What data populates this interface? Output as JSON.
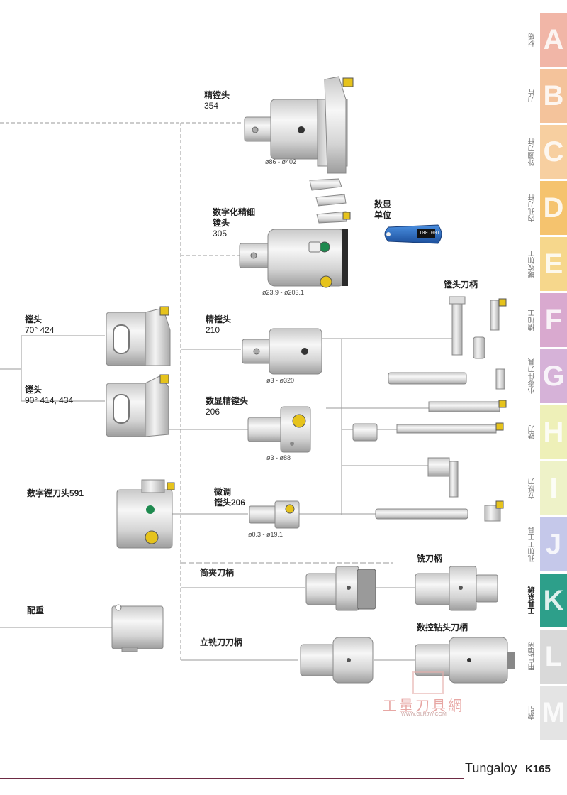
{
  "sidebar": {
    "tabs": [
      {
        "letter": "A",
        "label": "材质",
        "color": "#f1b6a7",
        "active": false
      },
      {
        "letter": "B",
        "label": "刀片",
        "color": "#f4c39b",
        "active": false
      },
      {
        "letter": "C",
        "label": "外圆刀杆",
        "color": "#f7cfa0",
        "active": false
      },
      {
        "letter": "D",
        "label": "内孔刀杆",
        "color": "#f5c36e",
        "active": false
      },
      {
        "letter": "E",
        "label": "螺纹加工",
        "color": "#f6d78c",
        "active": false
      },
      {
        "letter": "F",
        "label": "槽加工",
        "color": "#d9a9cf",
        "active": false
      },
      {
        "letter": "G",
        "label": "小零件刀具",
        "color": "#d6b2d8",
        "active": false
      },
      {
        "letter": "H",
        "label": "铣刀",
        "color": "#eef0b8",
        "active": false
      },
      {
        "letter": "I",
        "label": "立铣刀",
        "color": "#eef2c8",
        "active": false
      },
      {
        "letter": "J",
        "label": "孔加工工具",
        "color": "#c5c8ea",
        "active": false
      },
      {
        "letter": "K",
        "label": "工具系统",
        "color": "#2d9f8a",
        "active": true
      },
      {
        "letter": "L",
        "label": "用户指南",
        "color": "#d9d9d9",
        "active": false
      },
      {
        "letter": "M",
        "label": "索引",
        "color": "#e4e4e4",
        "active": false
      }
    ]
  },
  "labels": {
    "fine_boring_354": {
      "title": "精镗头",
      "code": "354",
      "range": "ø86 - ø402"
    },
    "digital_fine_305": {
      "title": "数字化精细",
      "title2": "镗头",
      "code": "305",
      "range": "ø23.9 - ø203.1"
    },
    "digital_unit": {
      "title": "数显",
      "title2": "单位"
    },
    "boring_head_shank": {
      "title": "镗头刀柄"
    },
    "fine_boring_210": {
      "title": "精镗头",
      "code": "210",
      "range": "ø3 - ø320"
    },
    "digital_fine_206": {
      "title": "数显精镗头",
      "code": "206",
      "range": "ø3 - ø88"
    },
    "micro_206": {
      "title": "微调",
      "title2": "镗头206",
      "range": "ø0.3 - ø19.1"
    },
    "boring_70": {
      "title": "镗头",
      "code": "70° 424"
    },
    "boring_90": {
      "title": "镗头",
      "code": "90° 414, 434"
    },
    "digital_591": {
      "title": "数字镗刀头591"
    },
    "counterweight": {
      "title": "配重"
    },
    "collet_holder": {
      "title": "筒夹刀柄"
    },
    "endmill_holder": {
      "title": "立铣刀刀柄"
    },
    "mill_holder": {
      "title": "铣刀柄"
    },
    "cnc_drill_chuck": {
      "title": "数控钻头刀柄"
    }
  },
  "display_value": "100.001",
  "watermark": {
    "text": "工量刀具網",
    "url": "WWW.GLRJW.COM"
  },
  "footer": {
    "brand": "Tungaloy",
    "page": "K165"
  }
}
